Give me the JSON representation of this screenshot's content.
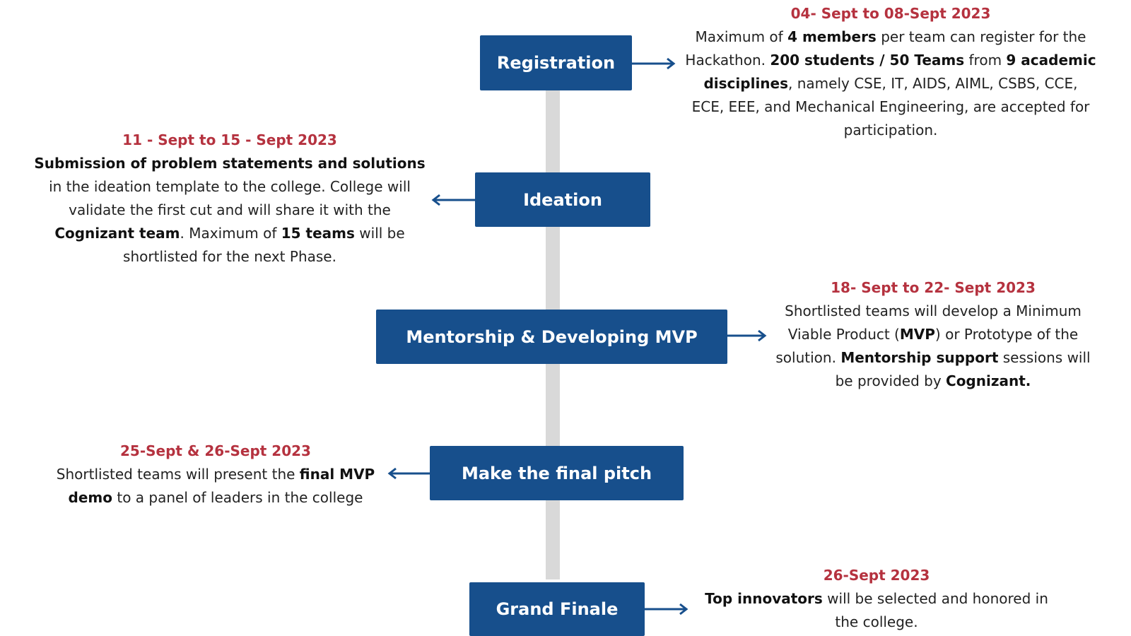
{
  "steps": [
    {
      "label": "Registration"
    },
    {
      "label": "Ideation"
    },
    {
      "label": "Mentorship & Developing MVP"
    },
    {
      "label": "Make the final pitch"
    },
    {
      "label": "Grand Finale"
    }
  ],
  "notes": [
    {
      "date": "04- Sept to 08-Sept 2023",
      "lines": [
        [
          "Maximum of ",
          {
            "b": "4 members"
          },
          " per team can register for the"
        ],
        [
          "Hackathon.  ",
          {
            "b": "200 students / 50 Teams"
          },
          " from ",
          {
            "b": "9 academic"
          }
        ],
        [
          {
            "b": "disciplines"
          },
          ", namely CSE, IT, AIDS, AIML, CSBS, CCE,"
        ],
        [
          "ECE, EEE, and Mechanical Engineering, are accepted for"
        ],
        [
          "participation."
        ]
      ]
    },
    {
      "date": "11 - Sept to 15 - Sept 2023",
      "lines": [
        [
          {
            "b": "Submission of problem statements and solutions"
          }
        ],
        [
          "in the ideation template to the college. College will"
        ],
        [
          "validate the first cut and will share it with the"
        ],
        [
          {
            "b": "Cognizant team"
          },
          ".  Maximum of ",
          {
            "b": "15 teams"
          },
          " will be"
        ],
        [
          "shortlisted for the next Phase."
        ]
      ]
    },
    {
      "date": "18- Sept to 22- Sept 2023",
      "lines": [
        [
          "Shortlisted teams will develop a Minimum"
        ],
        [
          "Viable Product (",
          {
            "b": "MVP"
          },
          ") or Prototype of the"
        ],
        [
          "solution.  ",
          {
            "b": "Mentorship support"
          },
          " sessions will"
        ],
        [
          "be provided by ",
          {
            "b": "Cognizant."
          }
        ]
      ]
    },
    {
      "date": "25-Sept & 26-Sept 2023",
      "lines": [
        [
          "Shortlisted teams will present the ",
          {
            "b": "final MVP"
          }
        ],
        [
          {
            "b": "demo"
          },
          " to a panel of leaders in the college"
        ]
      ]
    },
    {
      "date": "26-Sept 2023",
      "lines": [
        [
          {
            "b": "Top innovators"
          },
          " will be selected and honored in"
        ],
        [
          "the college."
        ]
      ]
    }
  ],
  "colors": {
    "box": "#174f8c",
    "date": "#b5323f",
    "spine": "#d9d9d9"
  }
}
